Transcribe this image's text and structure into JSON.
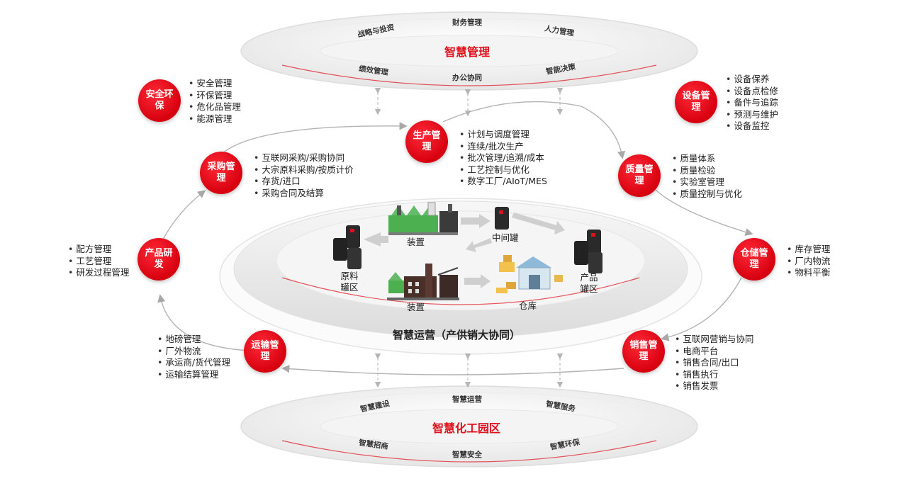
{
  "top_ring": {
    "title": "智慧管理",
    "items": [
      "战略与投资",
      "财务管理",
      "人力管理",
      "绩效管理",
      "办公协同",
      "智能决策"
    ]
  },
  "bottom_ring": {
    "title": "智慧化工园区",
    "items": [
      "智慧建设",
      "智慧运营",
      "智慧服务",
      "智慧招商",
      "智慧安全",
      "智慧环保"
    ]
  },
  "center": {
    "title": "智慧运营（产供销大协同）",
    "labels": {
      "device_top": "装置",
      "mid_tank": "中间罐",
      "raw_line1": "原料",
      "raw_line2": "罐区",
      "device_bottom": "装置",
      "warehouse": "仓库",
      "product_line1": "产品",
      "product_line2": "罐区"
    }
  },
  "modules": {
    "safety": {
      "name": "安全环保",
      "items": [
        "安全管理",
        "环保管理",
        "危化品管理",
        "能源管理"
      ]
    },
    "production": {
      "name": "生产管理",
      "items": [
        "计划与调度管理",
        "连续/批次生产",
        "批次管理/追溯/成本",
        "工艺控制与优化",
        "数字工厂/AIoT/MES"
      ]
    },
    "equipment": {
      "name": "设备管理",
      "items": [
        "设备保养",
        "设备点检修",
        "备件与追踪",
        "预测与维护",
        "设备监控"
      ]
    },
    "procurement": {
      "name": "采购管理",
      "items": [
        "互联网采购/采购协同",
        "大宗原料采购/按质计价",
        "存货/进口",
        "采购合同及结算"
      ]
    },
    "quality": {
      "name": "质量管理",
      "items": [
        "质量体系",
        "质量检验",
        "实验室管理",
        "质量控制与优化"
      ]
    },
    "rnd": {
      "name": "产品研发",
      "items": [
        "配方管理",
        "工艺管理",
        "研发过程管理"
      ]
    },
    "storage": {
      "name": "仓储管理",
      "items": [
        "库存管理",
        "厂内物流",
        "物料平衡"
      ]
    },
    "transport": {
      "name": "运输管理",
      "items": [
        "地磅管理",
        "厂外物流",
        "承运商/货代管理",
        "运输结算管理"
      ]
    },
    "sales": {
      "name": "销售管理",
      "items": [
        "互联网营销与协同",
        "电商平台",
        "销售合同/出口",
        "销售执行",
        "销售发票"
      ]
    }
  },
  "colors": {
    "accent": "#e0101c",
    "node": "#d6000f",
    "ring": "#eeeeee",
    "arrow": "#b9b9b9"
  }
}
